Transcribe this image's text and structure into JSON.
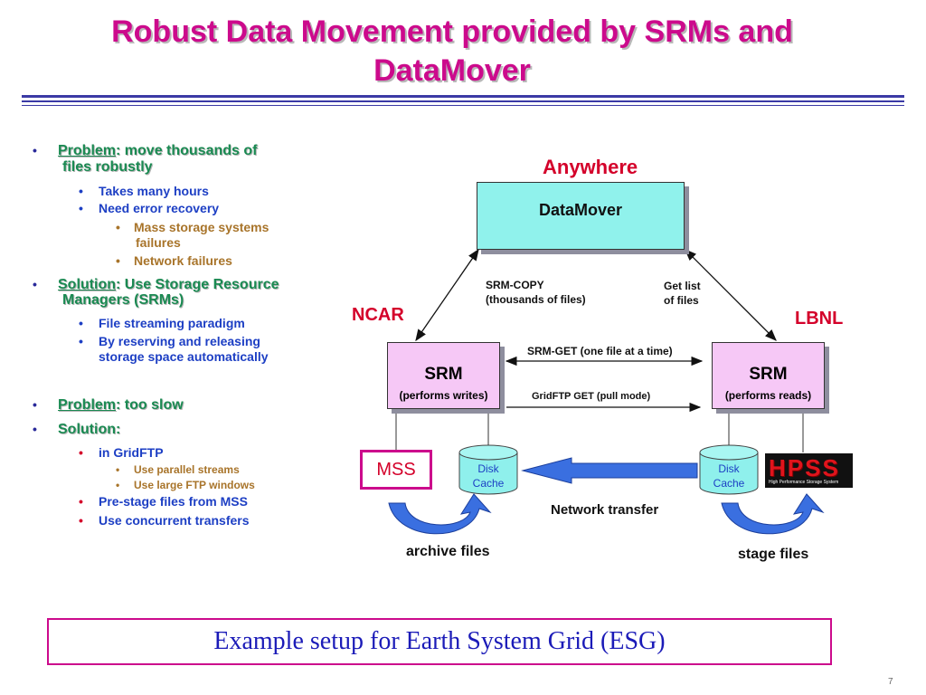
{
  "title_line1": "Robust Data Movement provided by SRMs and",
  "title_line2": "DataMover",
  "bullets": {
    "problem1_label": "Problem",
    "problem1_text": ": move thousands of",
    "problem1_text2": "files robustly",
    "p1_sub1": "Takes many hours",
    "p1_sub2": "Need error recovery",
    "p1_sub2a": "Mass storage systems",
    "p1_sub2a2": "failures",
    "p1_sub2b": "Network failures",
    "solution1_label": "Solution",
    "solution1_text": ": Use Storage Resource",
    "solution1_text2": "Managers (SRMs)",
    "s1_sub1": "File streaming paradigm",
    "s1_sub2": "By reserving and releasing",
    "s1_sub2b": "storage space automatically",
    "problem2_label": "Problem",
    "problem2_text": ": too slow",
    "solution2_label": "Solution:",
    "s2_sub1": "in GridFTP",
    "s2_sub1a": "Use parallel streams",
    "s2_sub1b": "Use large FTP windows",
    "s2_sub2": "Pre-stage files from MSS",
    "s2_sub3": "Use concurrent transfers",
    "bullet_char": "•"
  },
  "diagram": {
    "anywhere": "Anywhere",
    "datamover": "DataMover",
    "srm_copy": "SRM-COPY",
    "srm_copy2": "(thousands of files)",
    "get_list": "Get list",
    "get_list2": "of files",
    "ncar": "NCAR",
    "lbnl": "LBNL",
    "srm_left": "SRM",
    "srm_left_sub": "(performs writes)",
    "srm_right": "SRM",
    "srm_right_sub": "(performs reads)",
    "srm_get": "SRM-GET (one file at a time)",
    "gridftp": "GridFTP GET (pull mode)",
    "mss": "MSS",
    "disk1": "Disk",
    "cache1": "Cache",
    "disk2": "Disk",
    "cache2": "Cache",
    "hpss": "HPSS",
    "hpss_sub": "High Performance Storage System",
    "network_transfer": "Network transfer",
    "archive_files": "archive files",
    "stage_files": "stage files"
  },
  "caption": "Example setup for Earth System Grid (ESG)",
  "page_number": "7",
  "colors": {
    "title": "#cc0a8c",
    "accent_red": "#d4002a",
    "cyan_box": "#90f2ec",
    "pink_box": "#f6c8f6",
    "blue_arrow": "#3a6fe0"
  }
}
